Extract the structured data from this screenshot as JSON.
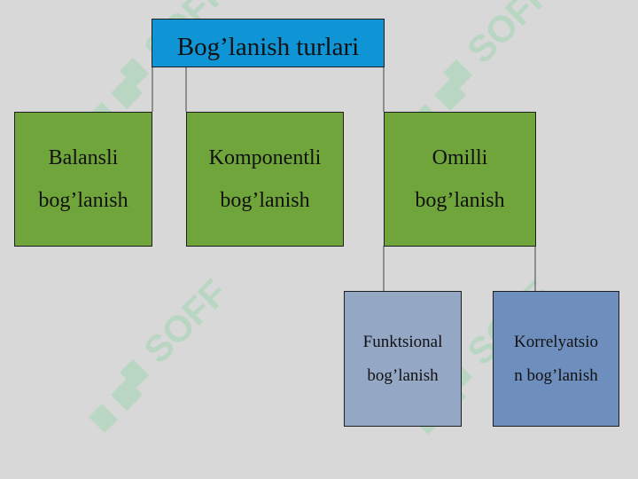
{
  "diagram": {
    "title": "Bog’lanish turlari",
    "nodes": [
      {
        "id": "balansli",
        "label_line1": "Balansli",
        "label_line2": "bog’lanish",
        "color": "#70a53b"
      },
      {
        "id": "komponentli",
        "label_line1": "Komponentli",
        "label_line2": "bog’lanish",
        "color": "#70a53b"
      },
      {
        "id": "omilli",
        "label_line1": "Omilli",
        "label_line2": "bog’lanish",
        "color": "#70a53b"
      },
      {
        "id": "funktsional",
        "label_line1": "Funktsional",
        "label_line2": "bog’lanish",
        "color": "#94a8c6"
      },
      {
        "id": "korrelyatsion",
        "label_line1": "Korrelyatsio",
        "label_line2": "n bog’lanish",
        "color": "#6e8fbd"
      }
    ],
    "watermark": "SOFF"
  }
}
